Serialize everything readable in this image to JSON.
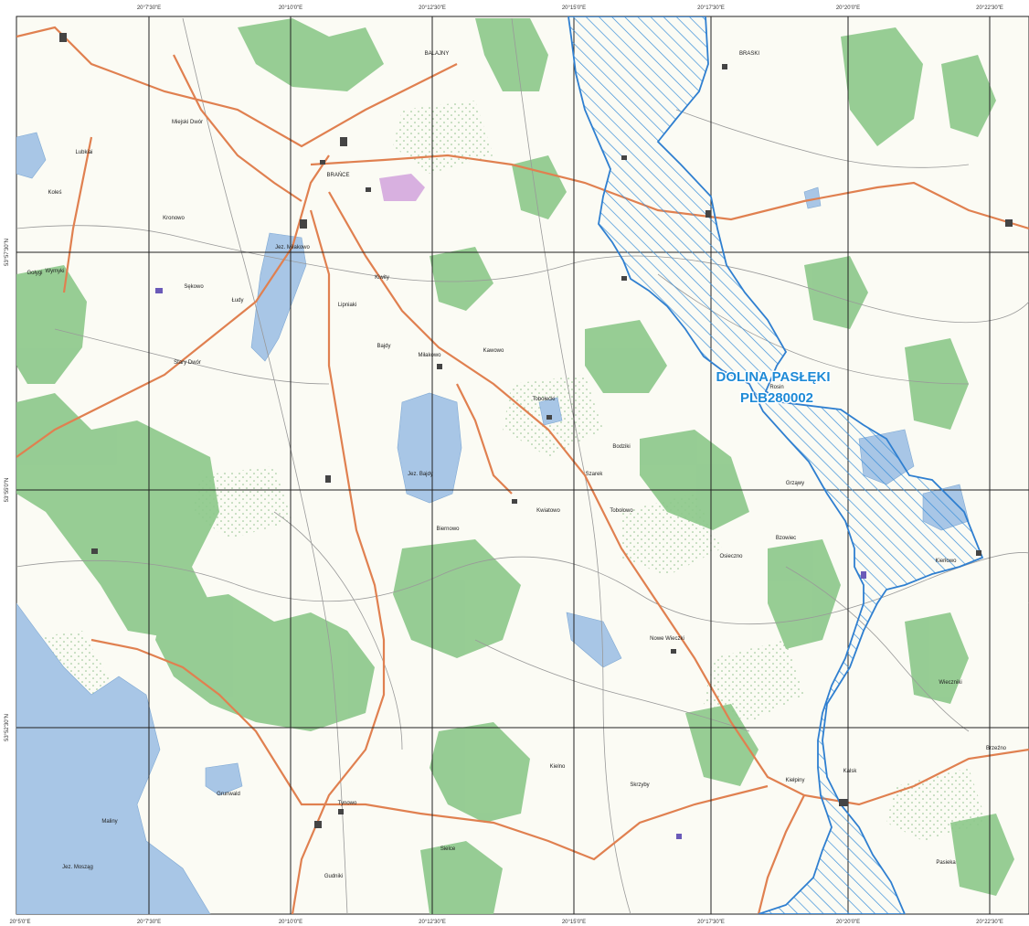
{
  "map": {
    "protected_area": {
      "name": "DOLINA PASŁĘKI",
      "code": "PLB280002"
    },
    "top_coordinates": [
      "20°7'30\"E",
      "20°10'0\"E",
      "20°12'30\"E",
      "20°15'0\"E",
      "20°17'30\"E",
      "20°20'0\"E",
      "20°22'30\"E"
    ],
    "bottom_coordinates": [
      "20°5'0\"E",
      "20°7'30\"E",
      "20°10'0\"E",
      "20°12'30\"E",
      "20°15'0\"E",
      "20°17'30\"E",
      "20°20'0\"E",
      "20°22'30\"E"
    ],
    "left_coordinates": [
      "53°57'30\"N",
      "53°55'0\"N",
      "53°52'30\"N"
    ],
    "place_names": [
      "BRASKI",
      "BALAJNY",
      "Miejski Dwór",
      "Lubkiai",
      "BRAŃCE",
      "Koleś",
      "Kronowo",
      "Wymyki",
      "Sękowo",
      "Gołygi",
      "Kiwity",
      "Lipniaki",
      "Stary Dwór",
      "Miłakowo",
      "Kawowo",
      "Bajdy",
      "Łudy",
      "Tobołecki",
      "Biernowo",
      "Kwiatowo",
      "Szarek",
      "Tobołowo",
      "Bodziki",
      "Grząwy",
      "Kiełpiny",
      "Rosin",
      "Nowe Wieczki",
      "Kierłowo",
      "Kalsk",
      "Wieczniki",
      "Osieczno",
      "Skrzyby",
      "Kielno",
      "Tynowo",
      "Sielce",
      "Gudniki",
      "Grunwald",
      "Maliny",
      "Bzowiec",
      "Pasieka",
      "Brzeźno",
      "Jez. Miłakowo",
      "Jez. Bajdy",
      "Jez. Mosząg"
    ]
  }
}
